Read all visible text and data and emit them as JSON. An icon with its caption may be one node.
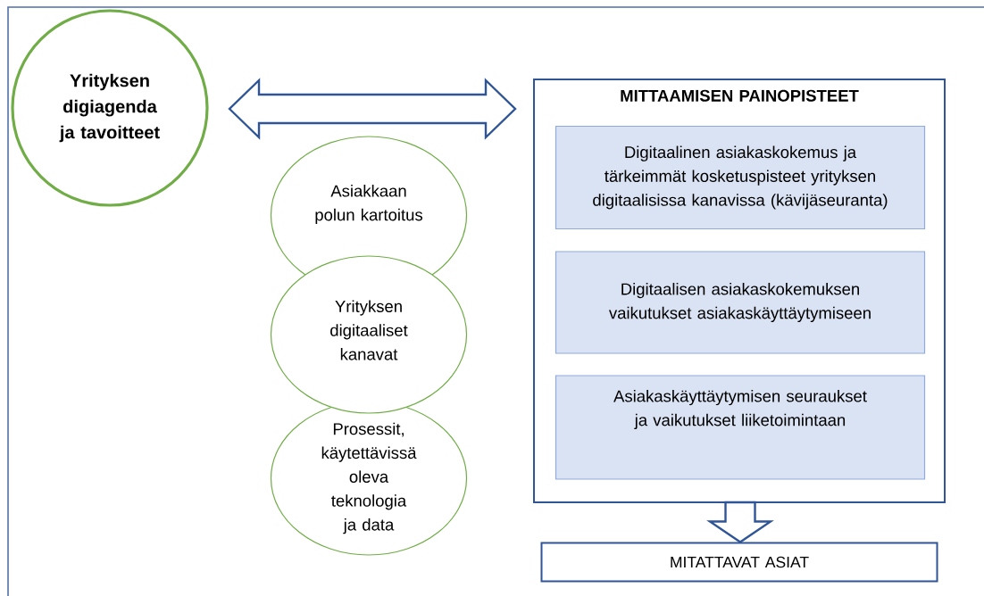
{
  "diagram": {
    "nodes": [
      {
        "text": [
          "Yrityksen digiagenda ja tavoitteet"
        ]
      },
      {
        "text": [
          "MITTAAMISEN PAINOPISTEET"
        ]
      },
      {
        "text": [
          "Digitaalinen asiakaskokemus ja tärkeimmät kosketuspisteet yrityksen digitaalisissa kanavissa (kävijäseuranta)"
        ],
        "in": 1
      },
      {
        "text": [
          "Digitaalisen asiakaskokemuksen vaikutukset asiakaskäyttäytymiseen"
        ],
        "in": 1
      },
      {
        "text": [
          "Asiakaskäyttäytymisen seuraukset ja vaikutukset liiketoimintaan"
        ],
        "in": 1
      },
      {
        "text": [
          "Asiakkaan polun kartoitus"
        ]
      },
      {
        "text": [
          "Yrityksen digitaaliset kanavat"
        ]
      },
      {
        "text": [
          "Prosessit, käytettävissä oleva teknologia ja data"
        ]
      },
      {
        "text": [
          "MITATTAVAT ASIAT"
        ]
      }
    ],
    "edges": [
      {
        "from": 0,
        "to": 1,
        "arrow": "both"
      },
      {
        "from": 1,
        "to": 8,
        "arrow": "to"
      }
    ]
  }
}
